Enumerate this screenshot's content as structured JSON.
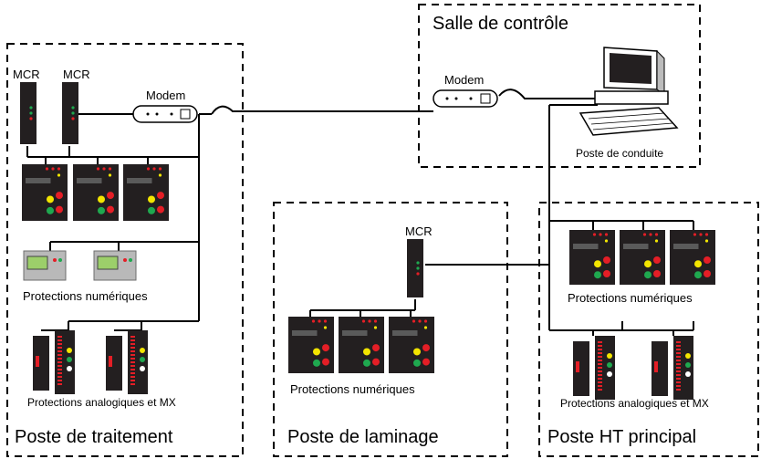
{
  "zones": {
    "control_room": "Salle de contrôle",
    "treatment": "Poste de traitement",
    "rolling_mill": "Poste de laminage",
    "main_ht": "Poste HT principal"
  },
  "labels": {
    "mcr_a": "MCR",
    "mcr_b": "MCR",
    "mcr_rolling": "MCR",
    "modem_left": "Modem",
    "modem_right": "Modem",
    "operator_station": "Poste de conduite",
    "digital_prot_treatment": "Protections numériques",
    "analog_prot_treatment": "Protections analogiques et MX",
    "digital_prot_rolling": "Protections numériques",
    "digital_prot_ht": "Protections numériques",
    "analog_prot_ht": "Protections analogiques et MX"
  },
  "icons": {
    "modem": "modem-icon",
    "computer": "computer-workstation-icon",
    "mcr": "mcr-controller-icon",
    "relay": "digital-relay-icon",
    "analog": "analog-protection-icon"
  },
  "colors": {
    "device_body": "#231f20",
    "led_red": "#e41e26",
    "led_green": "#1fa84f",
    "led_yellow": "#f2e500",
    "relay_gray": "#b9b9b9",
    "relay_screen": "#9ccf6a"
  }
}
